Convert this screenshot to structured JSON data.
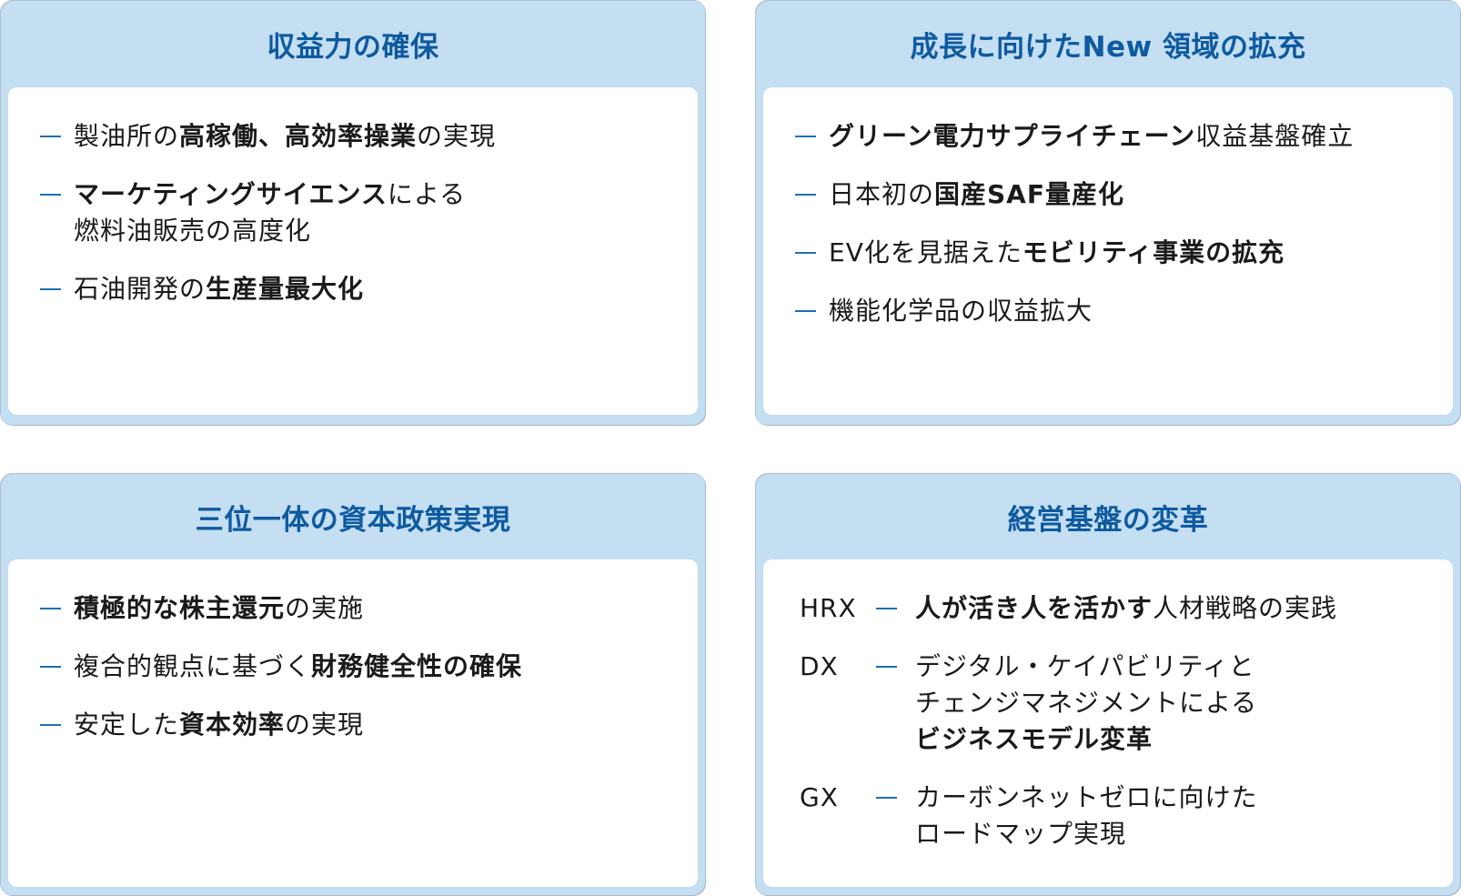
{
  "panels": [
    {
      "title": "収益力の確保",
      "items": [
        {
          "segments": [
            {
              "text": "製油所の",
              "bold": false
            },
            {
              "text": "高稼働、高効率操業",
              "bold": true
            },
            {
              "text": "の実現",
              "bold": false
            }
          ]
        },
        {
          "segments": [
            {
              "text": "マーケティングサイエンス",
              "bold": true
            },
            {
              "text": "による\n燃料油販売の高度化",
              "bold": false
            }
          ]
        },
        {
          "segments": [
            {
              "text": "石油開発の",
              "bold": false
            },
            {
              "text": "生産量最大化",
              "bold": true
            }
          ]
        }
      ]
    },
    {
      "title": "成長に向けたNew 領域の拡充",
      "items": [
        {
          "segments": [
            {
              "text": "グリーン電力サプライチェーン",
              "bold": true
            },
            {
              "text": "収益基盤確立",
              "bold": false
            }
          ]
        },
        {
          "segments": [
            {
              "text": "日本初の",
              "bold": false
            },
            {
              "text": "国産SAF量産化",
              "bold": true
            }
          ]
        },
        {
          "segments": [
            {
              "text": "EV化を見据えた",
              "bold": false
            },
            {
              "text": "モビリティ事業の拡充",
              "bold": true
            }
          ]
        },
        {
          "segments": [
            {
              "text": "機能化学品の収益拡大",
              "bold": false
            }
          ]
        }
      ]
    },
    {
      "title": "三位一体の資本政策実現",
      "items": [
        {
          "segments": [
            {
              "text": "積極的な株主還元",
              "bold": true
            },
            {
              "text": "の実施",
              "bold": false
            }
          ]
        },
        {
          "segments": [
            {
              "text": "複合的観点に基づく",
              "bold": false
            },
            {
              "text": "財務健全性の確保",
              "bold": true
            }
          ]
        },
        {
          "segments": [
            {
              "text": "安定した",
              "bold": false
            },
            {
              "text": "資本効率",
              "bold": true
            },
            {
              "text": "の実現",
              "bold": false
            }
          ]
        }
      ]
    },
    {
      "title": "経営基盤の変革",
      "items": [
        {
          "tag": "HRX",
          "segments": [
            {
              "text": "人が活き人を活かす",
              "bold": true
            },
            {
              "text": "人材戦略の実践",
              "bold": false
            }
          ]
        },
        {
          "tag": "DX",
          "segments": [
            {
              "text": "デジタル・ケイパビリティと\nチェンジマネジメントによる\n",
              "bold": false
            },
            {
              "text": "ビジネスモデル変革",
              "bold": true
            }
          ]
        },
        {
          "tag": "GX",
          "segments": [
            {
              "text": "カーボンネットゼロに向けた\nロードマップ実現",
              "bold": false
            }
          ]
        }
      ]
    }
  ],
  "colors": {
    "panel_bg": "#c4def2",
    "title": "#0e5aa0",
    "dash": "#1d6fb6",
    "body_text": "#1a1a1a"
  }
}
